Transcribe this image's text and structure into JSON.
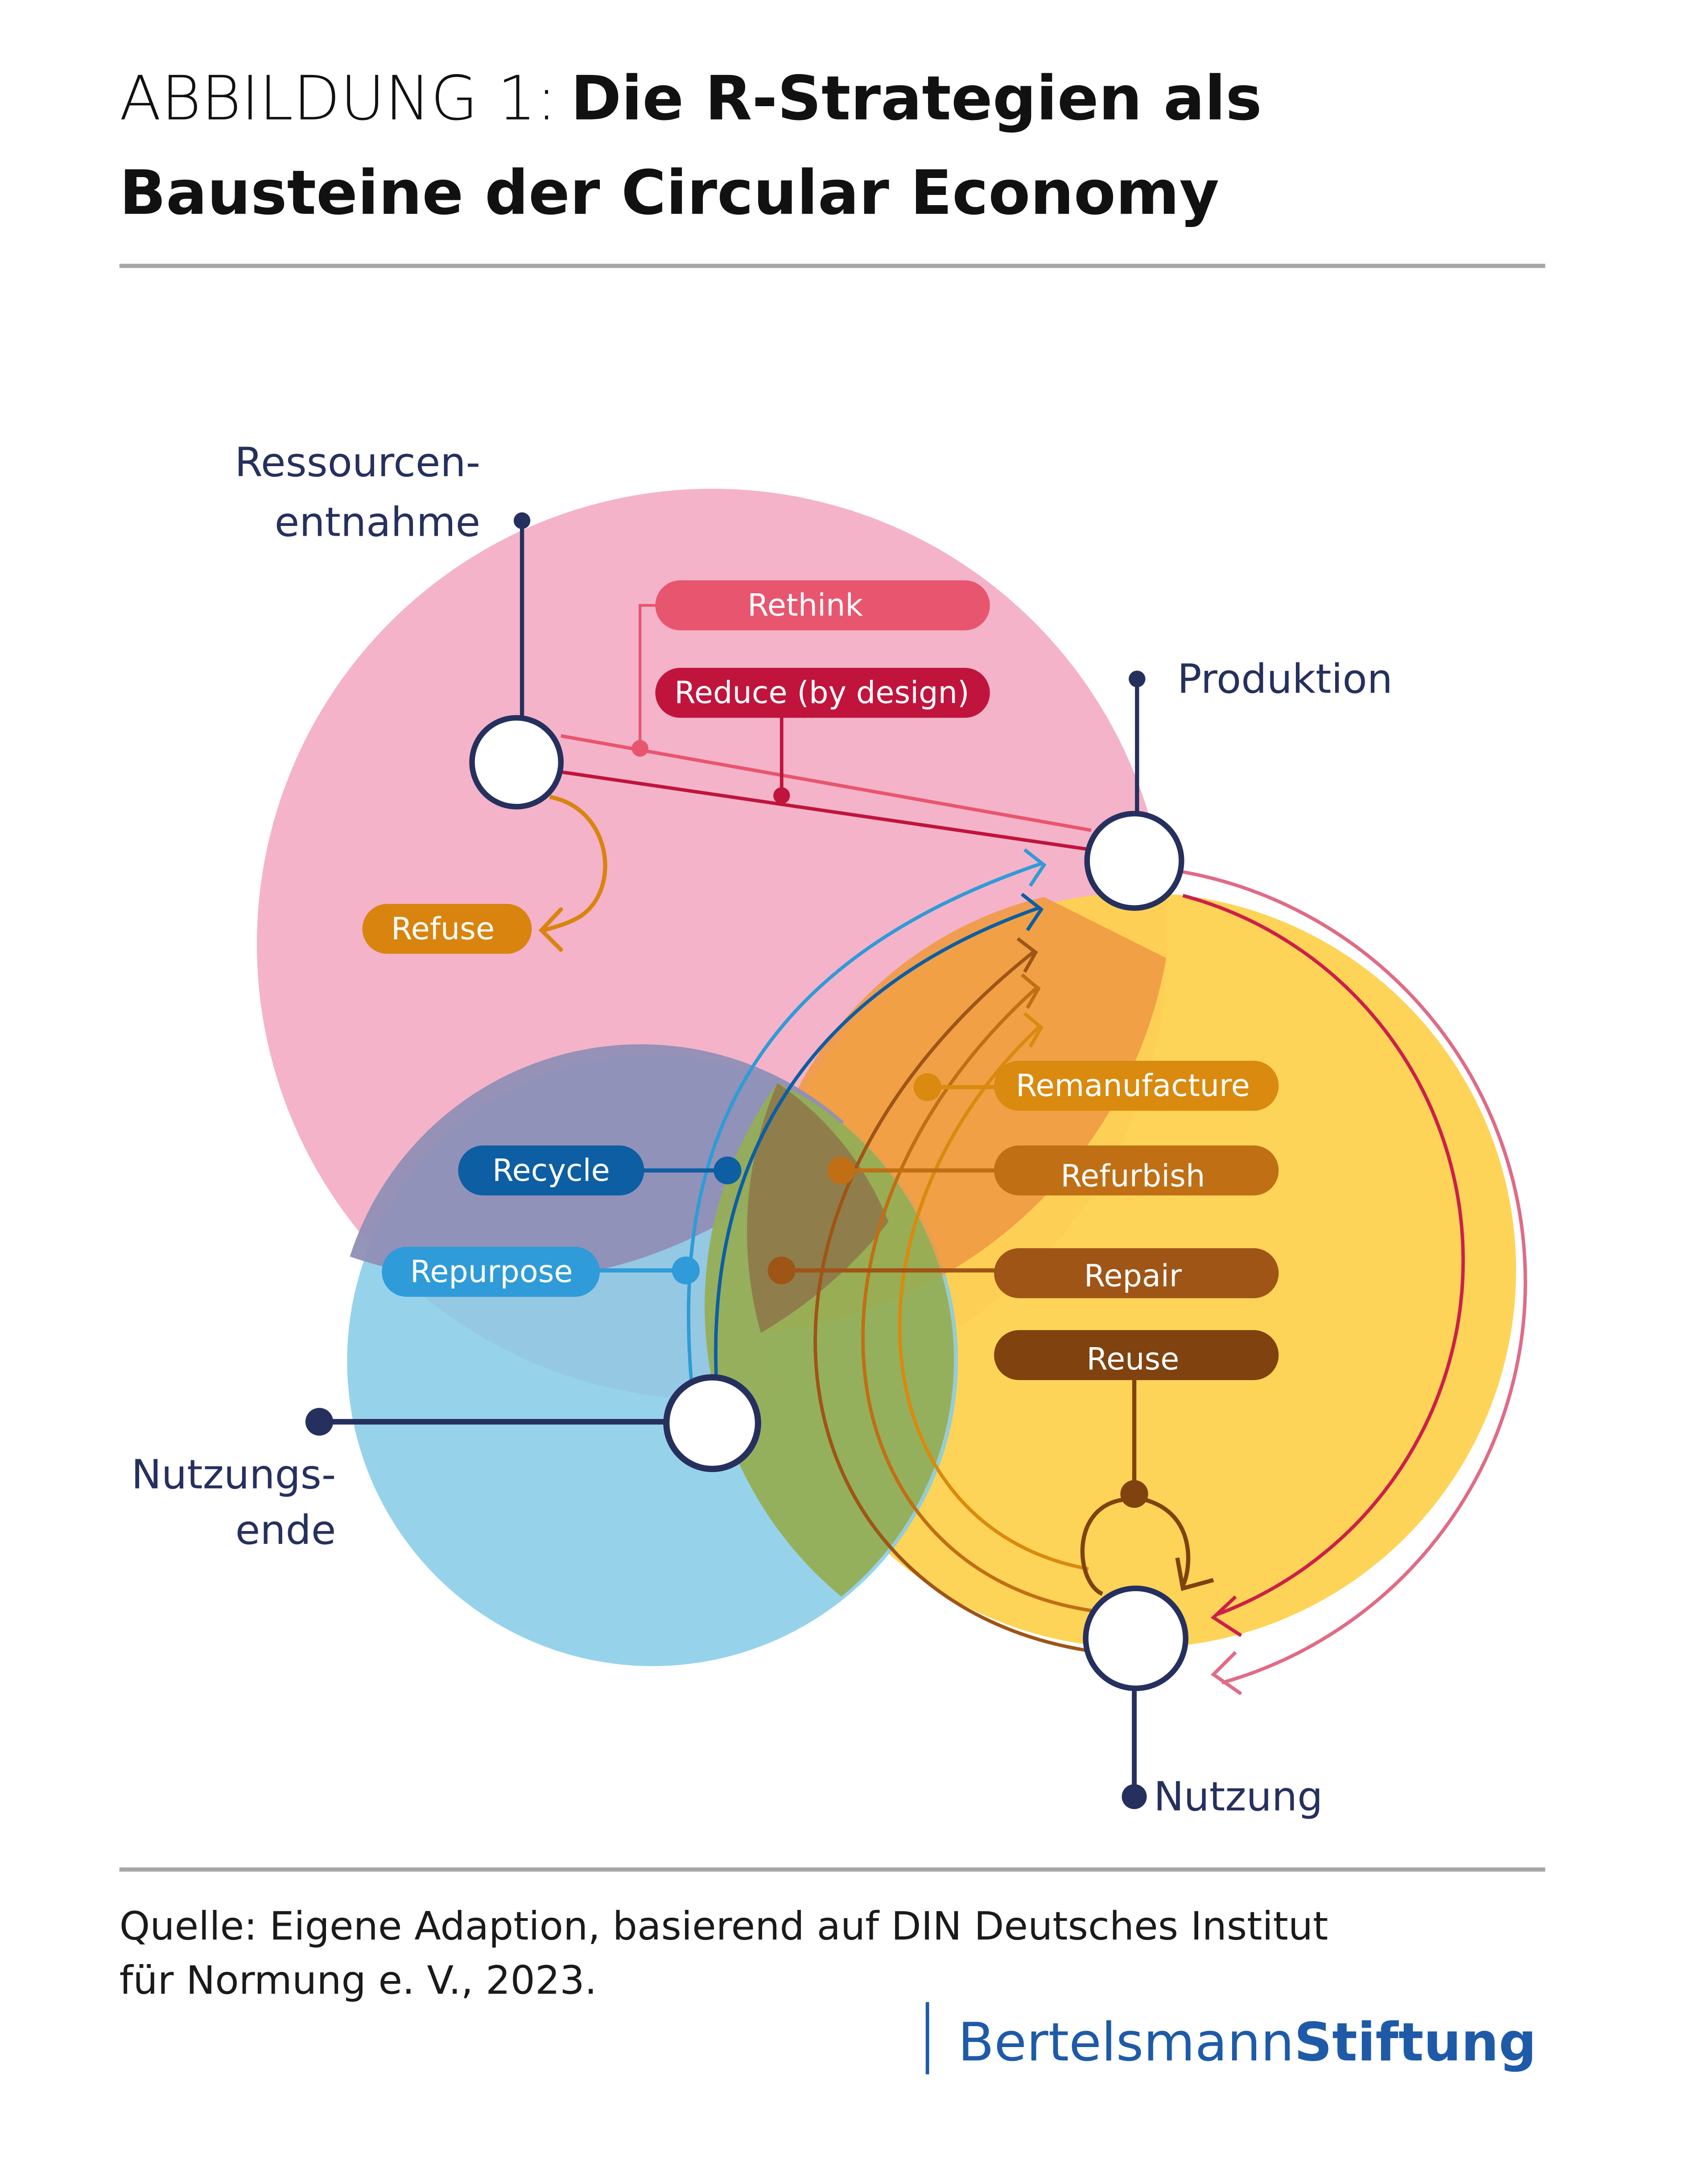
{
  "title": {
    "prefix": "ABBILDUNG 1:",
    "line1_bold": "Die R-Strategien als",
    "line2_bold": "Bausteine der Circular Economy"
  },
  "colors": {
    "navy": "#26305e",
    "pink_circle": "#f2a6c0",
    "blue_circle": "#84cbe7",
    "yellow_circle": "#fdd24f",
    "rethink": "#e8556f",
    "reduce": "#c0143c",
    "refuse": "#d9840f",
    "recycle": "#0d5ea3",
    "repurpose": "#2f9bd8",
    "remanufacture": "#d98a0f",
    "refurbish": "#c06f15",
    "repair": "#9f5516",
    "reuse": "#80420f",
    "logo_blue": "#1e5aa8"
  },
  "stages": {
    "ressourcenentnahme": [
      "Ressourcen-",
      "entnahme"
    ],
    "produktion": "Produktion",
    "nutzung": "Nutzung",
    "nutzungsende": [
      "Nutzungs-",
      "ende"
    ]
  },
  "strategies": {
    "rethink": "Rethink",
    "reduce": "Reduce (by design)",
    "refuse": "Refuse",
    "recycle": "Recycle",
    "repurpose": "Repurpose",
    "remanufacture": "Remanufacture",
    "refurbish": "Refurbish",
    "repair": "Repair",
    "reuse": "Reuse"
  },
  "footer": {
    "source_line1": "Quelle: Eigene Adaption, basierend auf DIN Deutsches Institut",
    "source_line2": "für Normung e. V., 2023.",
    "logo_regular": "Bertelsmann",
    "logo_bold": "Stiftung"
  }
}
